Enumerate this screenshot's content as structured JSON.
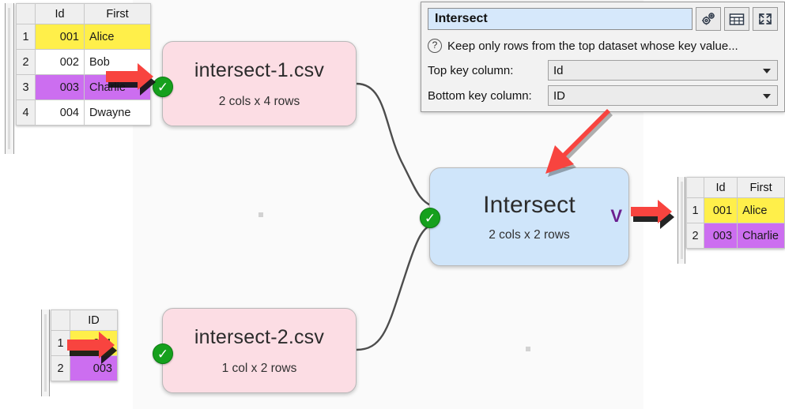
{
  "settings": {
    "name_value": "Intersect",
    "toolbar": [
      {
        "icon": "gears-icon",
        "name": "options-button"
      },
      {
        "icon": "table-icon",
        "name": "show-table-button"
      },
      {
        "icon": "expand-icon",
        "name": "maximize-button"
      }
    ],
    "help_icon": "question-icon",
    "help_text": "Keep only rows from the top dataset whose key value...",
    "fields": [
      {
        "label": "Top key column:",
        "value": "Id",
        "name": "top-key-column"
      },
      {
        "label": "Bottom key column:",
        "value": "ID",
        "name": "bottom-key-column"
      }
    ]
  },
  "tables": {
    "input_top": {
      "headers": [
        "Id",
        "First"
      ],
      "rows": [
        {
          "n": "1",
          "id": "001",
          "first": "Alice",
          "hl": "yellow"
        },
        {
          "n": "2",
          "id": "002",
          "first": "Bob",
          "hl": "none"
        },
        {
          "n": "3",
          "id": "003",
          "first": "Charlie",
          "hl": "purple"
        },
        {
          "n": "4",
          "id": "004",
          "first": "Dwayne",
          "hl": "none"
        }
      ]
    },
    "input_bottom": {
      "headers": [
        "ID"
      ],
      "rows": [
        {
          "n": "1",
          "id": "001",
          "hl": "yellow"
        },
        {
          "n": "2",
          "id": "003",
          "hl": "purple"
        }
      ]
    },
    "output": {
      "headers": [
        "Id",
        "First"
      ],
      "rows": [
        {
          "n": "1",
          "id": "001",
          "first": "Alice",
          "hl": "yellow"
        },
        {
          "n": "2",
          "id": "003",
          "first": "Charlie",
          "hl": "purple"
        }
      ]
    }
  },
  "nodes": {
    "source_top": {
      "title": "intersect-1.csv",
      "subtitle": "2 cols x 4 rows",
      "status": "ok"
    },
    "source_bottom": {
      "title": "intersect-2.csv",
      "subtitle": "1 col x 2 rows",
      "status": "ok"
    },
    "operation": {
      "title": "Intersect",
      "subtitle": "2 cols x 2 rows",
      "status": "ok",
      "badge": "V"
    }
  },
  "colors": {
    "source_node": "#fcdde4",
    "operation_node": "#cfe5fa",
    "status_ok": "#16a01d",
    "highlight_yellow": "#ffef4a",
    "highlight_purple": "#cc6ef0",
    "annotation_red": "#f8443f",
    "name_field": "#d6e8fb",
    "canvas": "#fafafa"
  }
}
